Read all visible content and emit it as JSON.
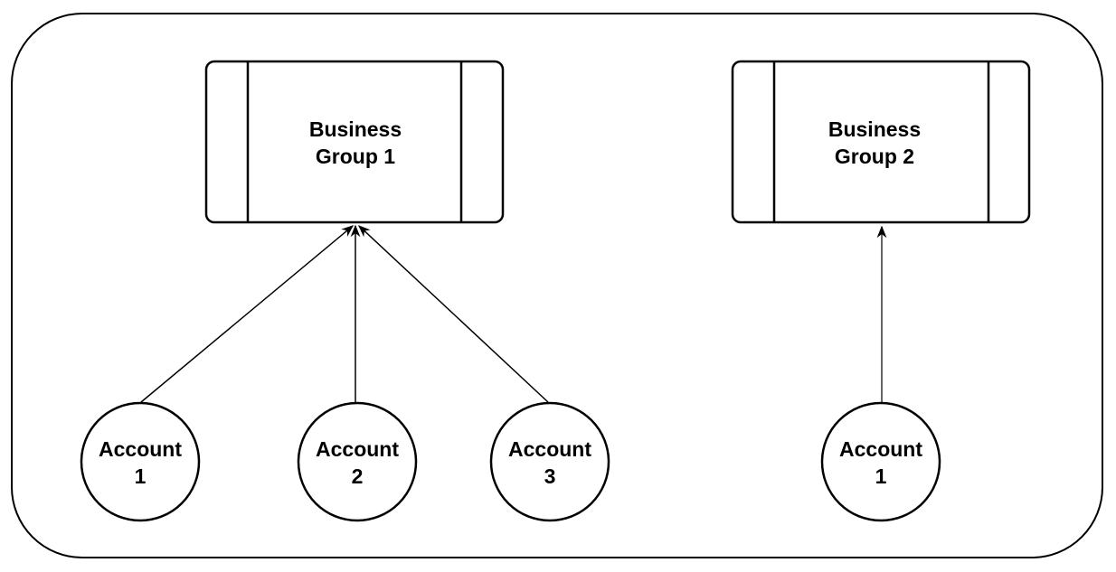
{
  "diagram": {
    "groups": [
      {
        "id": "bg1",
        "label_line1": "Business",
        "label_line2": "Group 1",
        "accounts": [
          {
            "id": "bg1-acc1",
            "label_line1": "Account",
            "label_line2": "1"
          },
          {
            "id": "bg1-acc2",
            "label_line1": "Account",
            "label_line2": "2"
          },
          {
            "id": "bg1-acc3",
            "label_line1": "Account",
            "label_line2": "3"
          }
        ]
      },
      {
        "id": "bg2",
        "label_line1": "Business",
        "label_line2": "Group 2",
        "accounts": [
          {
            "id": "bg2-acc1",
            "label_line1": "Account",
            "label_line2": "1"
          }
        ]
      }
    ],
    "colors": {
      "stroke": "#000000",
      "fill": "#ffffff",
      "arrow_line": "#333333"
    }
  }
}
